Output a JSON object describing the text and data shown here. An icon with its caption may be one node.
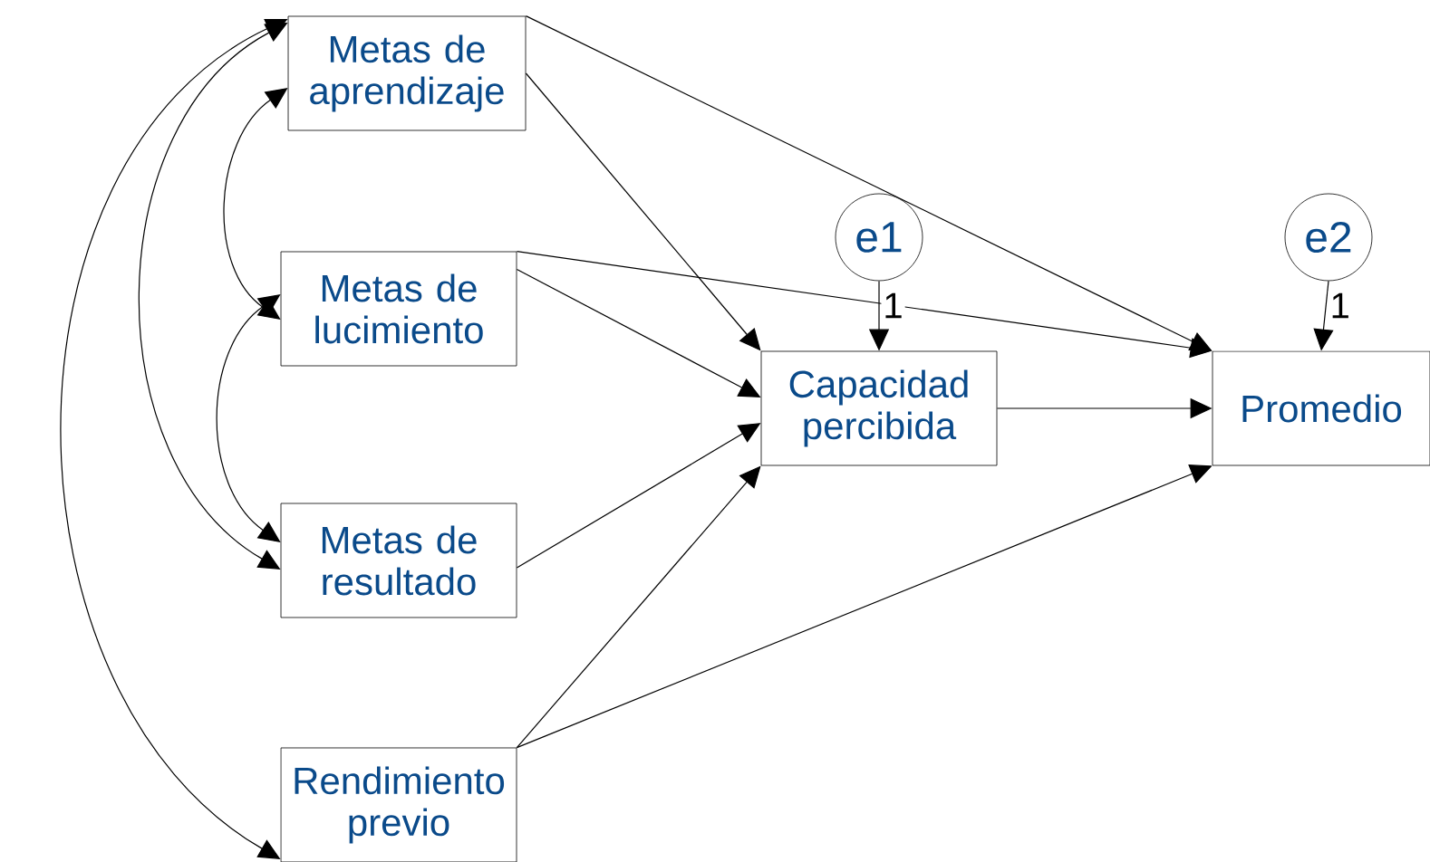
{
  "diagram": {
    "nodes": [
      {
        "text": [
          "Metas de aprendizaje"
        ]
      },
      {
        "text": [
          "Metas de lucimiento"
        ]
      },
      {
        "text": [
          "Metas de resultado"
        ]
      },
      {
        "text": [
          "Rendimiento previo"
        ]
      },
      {
        "text": [
          "e1"
        ]
      },
      {
        "text": [
          "Capacidad percibida"
        ]
      },
      {
        "text": [
          "e2"
        ]
      },
      {
        "text": [
          "Promedio"
        ]
      }
    ],
    "edges": [
      {
        "from": 0,
        "to": 1,
        "arrow": "both"
      },
      {
        "from": 1,
        "to": 2,
        "arrow": "both"
      },
      {
        "from": 0,
        "to": 2,
        "arrow": "both"
      },
      {
        "from": 0,
        "to": 3,
        "arrow": "both"
      },
      {
        "from": 0,
        "to": 5,
        "arrow": "to"
      },
      {
        "from": 0,
        "to": 7,
        "arrow": "to"
      },
      {
        "from": 1,
        "to": 5,
        "arrow": "to"
      },
      {
        "from": 1,
        "to": 7,
        "arrow": "to"
      },
      {
        "from": 2,
        "to": 5,
        "arrow": "to"
      },
      {
        "from": 3,
        "to": 5,
        "arrow": "to"
      },
      {
        "from": 3,
        "to": 7,
        "arrow": "to"
      },
      {
        "from": 5,
        "to": 7,
        "arrow": "to"
      },
      {
        "from": 4,
        "to": 5,
        "arrow": "to",
        "label": "1"
      },
      {
        "from": 6,
        "to": 7,
        "arrow": "to",
        "label": "1"
      }
    ]
  }
}
